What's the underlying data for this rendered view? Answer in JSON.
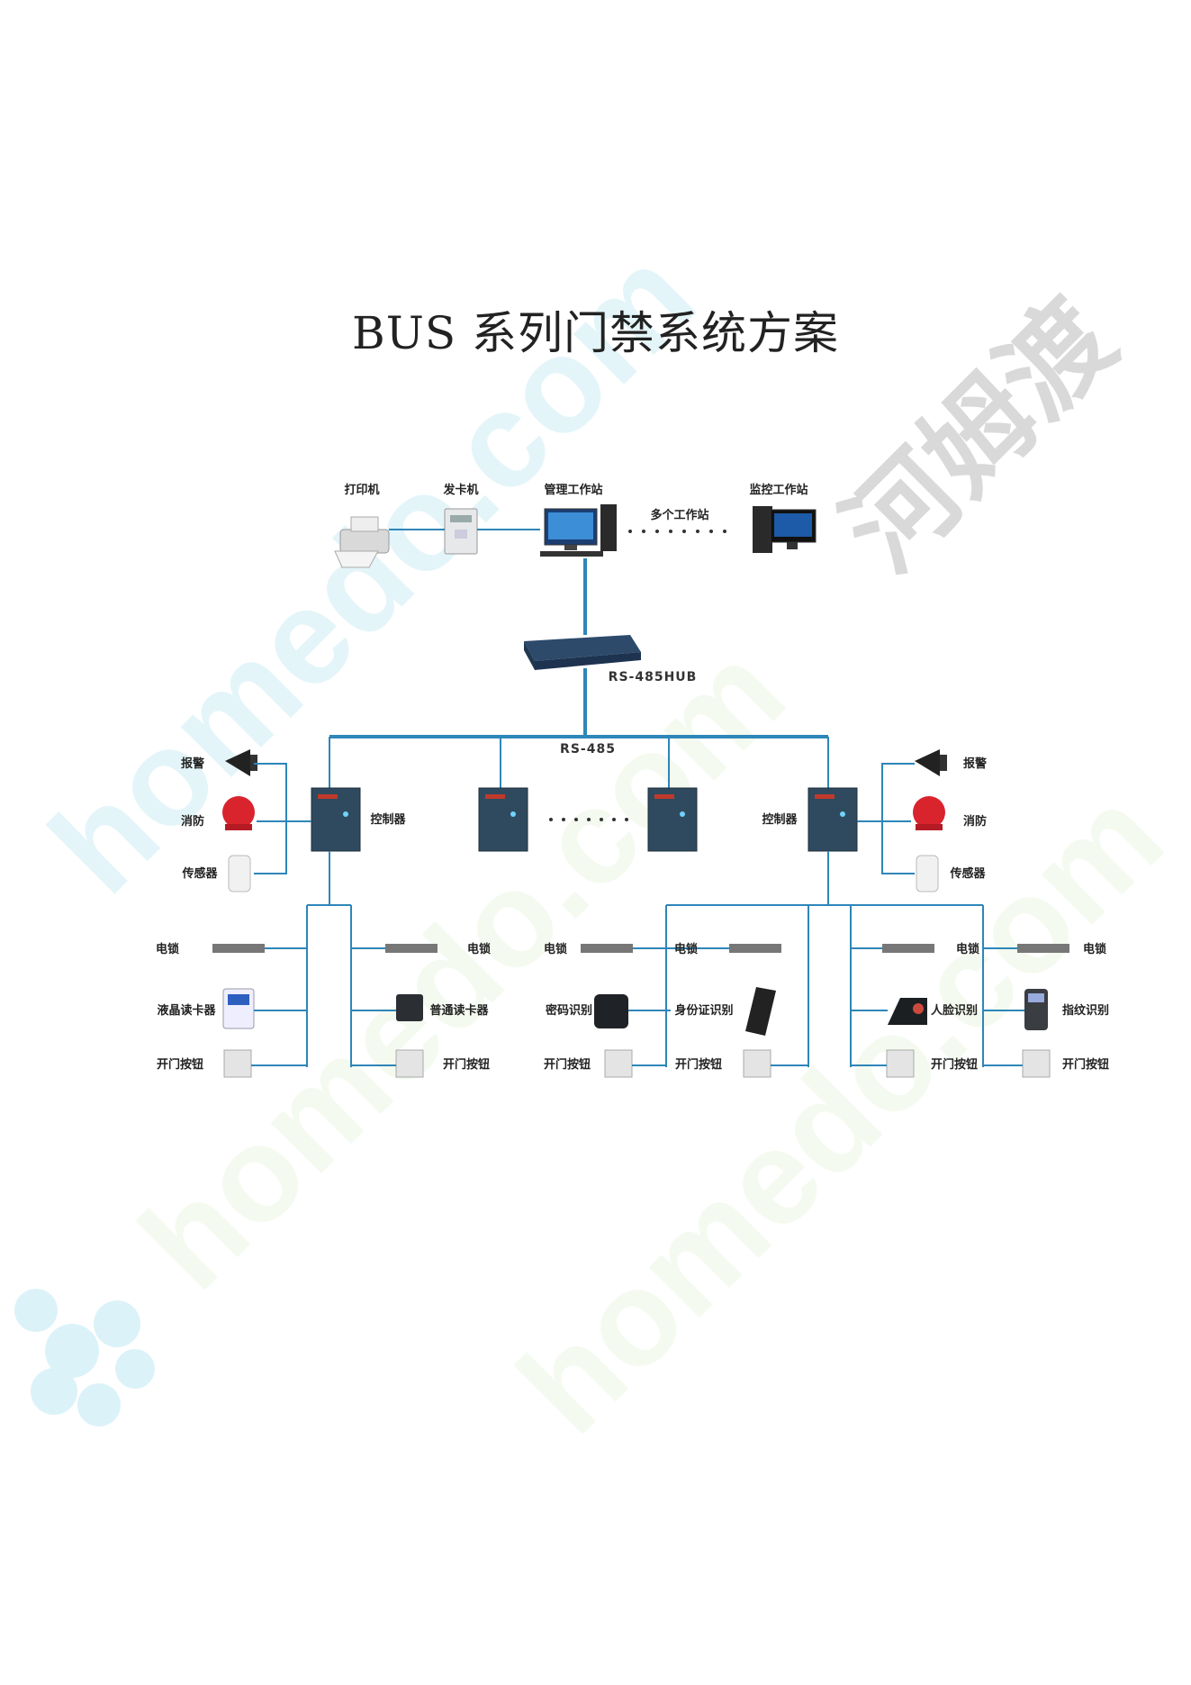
{
  "page": {
    "title": "BUS 系列门禁系统方案"
  },
  "watermark": {
    "brand_cn": "河姆渡",
    "brand_en": "homedo.com"
  },
  "top_row": {
    "printer": "打印机",
    "card_issuer": "发卡机",
    "management_station": "管理工作站",
    "multiple_stations": "多个工作站",
    "monitoring_station": "监控工作站"
  },
  "hub": {
    "label": "RS-485HUB",
    "bus_label": "RS-485"
  },
  "left_side": {
    "alarm": "报警",
    "fire": "消防",
    "sensor": "传感器",
    "controller": "控制器"
  },
  "right_side": {
    "alarm": "报警",
    "fire": "消防",
    "sensor": "传感器",
    "controller": "控制器"
  },
  "door_groups": [
    {
      "lock": "电锁",
      "reader": "液晶读卡器",
      "button": "开门按钮"
    },
    {
      "lock": "电锁",
      "reader": "普通读卡器",
      "button": "开门按钮"
    },
    {
      "lock": "电锁",
      "reader": "密码识别",
      "button": "开门按钮"
    },
    {
      "lock": "电锁",
      "reader": "身份证识别",
      "button": "开门按钮"
    },
    {
      "lock": "电锁",
      "reader": "人脸识别",
      "button": "开门按钮"
    },
    {
      "lock": "电锁",
      "reader": "指纹识别",
      "button": "开门按钮"
    }
  ],
  "colors": {
    "line": "#2e86b9",
    "controller_body": "#2f4a5e",
    "controller_logo": "#c0392b"
  }
}
